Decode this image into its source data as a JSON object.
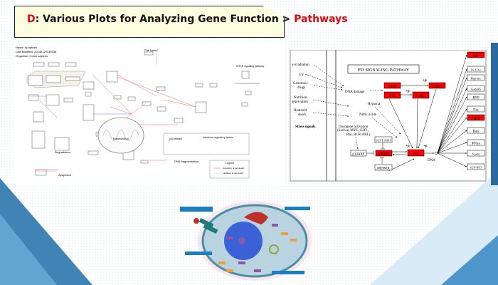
{
  "title": {
    "letter": "D",
    "main": ": Various Plots for Analyzing Gene Function > ",
    "highlight": "Pathways"
  },
  "colors": {
    "accent": "#e8000c",
    "title_bg": "#fdfde0",
    "decor_blue": "#1f6fa8",
    "kegg_red": "#ff0000"
  },
  "apoptosis_pathway": {
    "header": [
      "Name: Apoptosis",
      "Last Modified: 20240129135536",
      "Organism: Homo sapiens"
    ],
    "labels": {
      "fas": "Fas ligand",
      "igf": "IGF1R signaling pathway",
      "degradation": "Degradation",
      "apoptosis": "Apoptosis",
      "mito": "Mitochondrion",
      "dna": "DNA fragmentation",
      "p53": "p53-related",
      "irf": "Interferon regulatory factors",
      "legend": "Legend",
      "activation": "Activation of cell death",
      "inhibition": "Inhibition of cell death"
    }
  },
  "p53_pathway": {
    "title": "P53 SIGNALING PATHWAY",
    "stress": [
      "γ-irradiation",
      "UV",
      "Genotoxic",
      "drugs",
      "Nutrition",
      "deprivation",
      "Heatcold",
      "shock"
    ],
    "stress_label": "Stress signals",
    "dna_damage": "DNA damage",
    "hypoxia": "Hypoxia",
    "nitric": "Nitric oxide",
    "oncogene": [
      "Oncogene activation",
      "(Such as MYC, E2F1,",
      "Ras, BCR-ABL)"
    ],
    "dna": "DNA",
    "plus_p": "+p",
    "nodes": {
      "atm": "ATM",
      "chk2": "CHK2",
      "atr": "ATR",
      "chk1": "CHK1",
      "scyl": "SCYL1BP1",
      "p14": "p14ARF",
      "mdm2": "MDM2",
      "p53": "p53",
      "mdmx": "MDMX"
    },
    "targets": [
      {
        "label": "p21",
        "red": true
      },
      {
        "label": "14-3-3-σ",
        "red": false
      },
      {
        "label": "Reprimo",
        "red": false
      },
      {
        "label": "Gadd45",
        "red": false
      },
      {
        "label": "B99",
        "red": false
      },
      {
        "label": "Fas",
        "red": false
      },
      {
        "label": "PIDD",
        "red": true
      },
      {
        "label": "Bax",
        "red": false
      },
      {
        "label": "PIGs",
        "red": false
      },
      {
        "label": "Scotin",
        "red": false
      },
      {
        "label": "IGF-BP3",
        "red": false
      }
    ]
  }
}
